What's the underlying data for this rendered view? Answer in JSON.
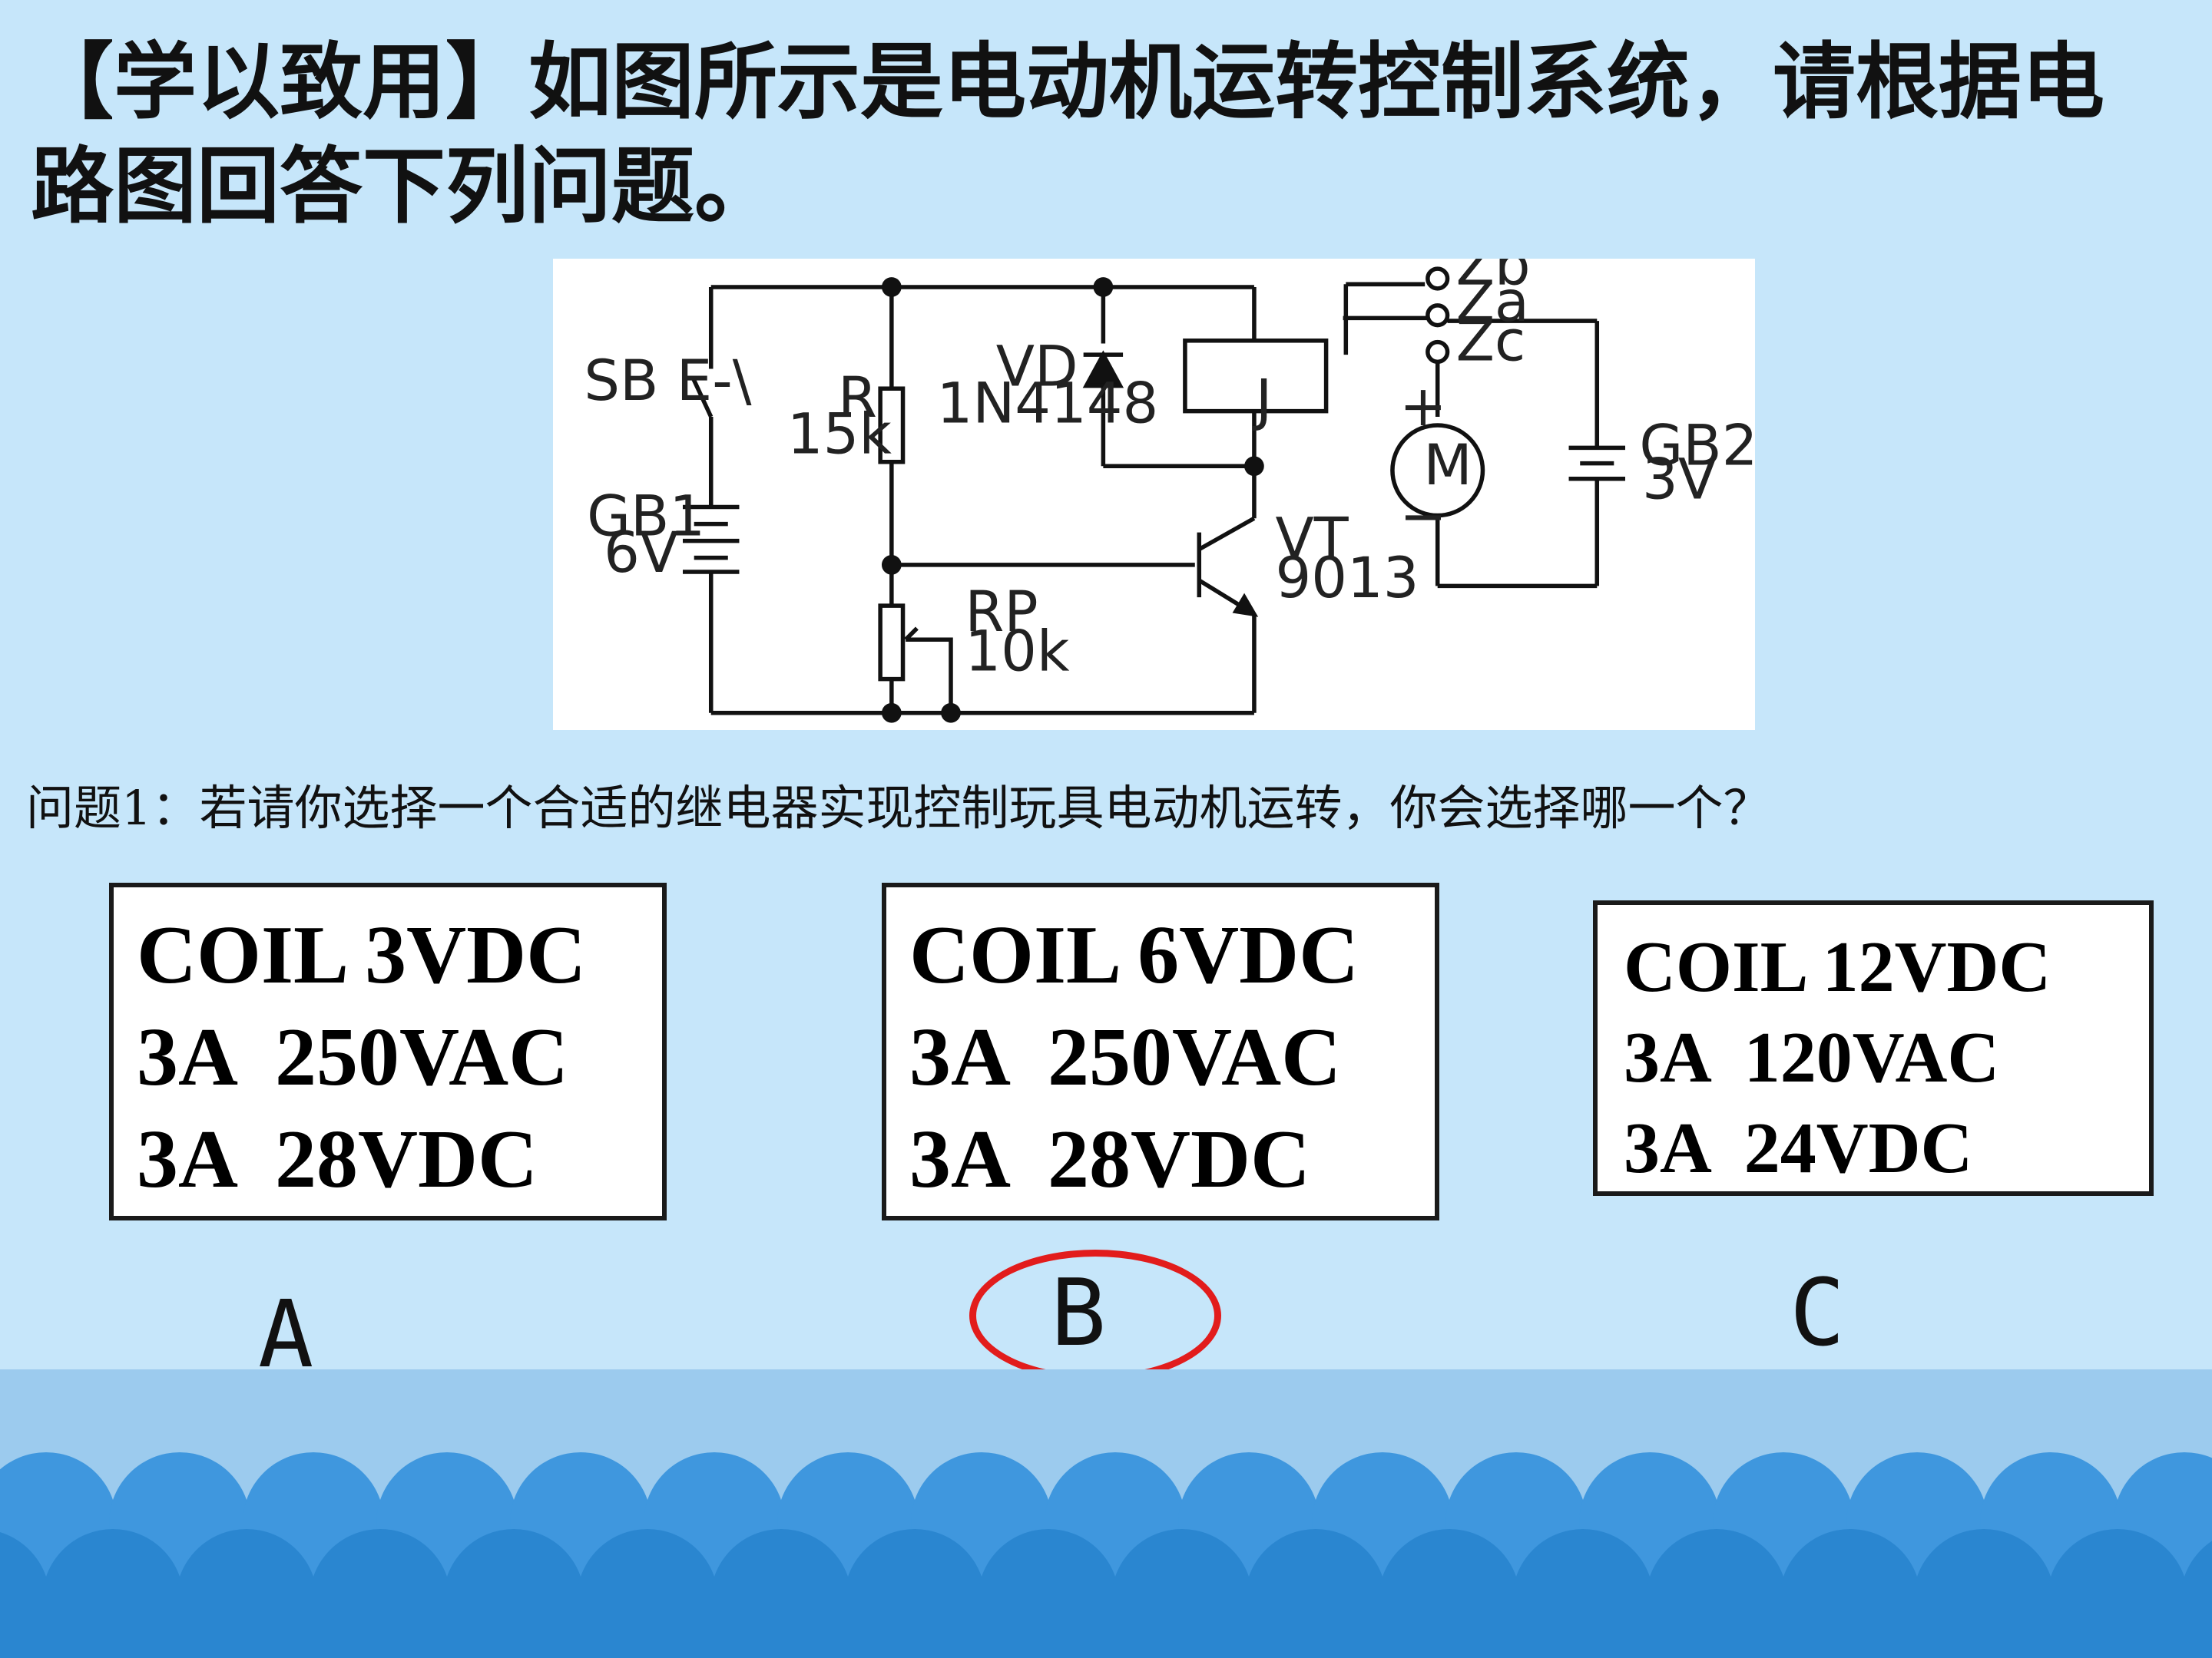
{
  "slide": {
    "title": "【学以致用】如图所示是电动机运转控制系统，请根据电路图回答下列问题。",
    "question": "问题1：若请你选择一个合适的继电器实现控制玩具电动机运转，你会选择哪一个？"
  },
  "circuit": {
    "labels": {
      "sb": "SB E-\\",
      "r": "R",
      "r_value": "15k",
      "vd": "VD",
      "vd_model": "1N4148",
      "gb1": "GB1",
      "gb1_value": "6V",
      "rp": "RP",
      "rp_value": "10k",
      "vt": "VT",
      "vt_model": "9013",
      "relay_coil": "J",
      "motor": "M",
      "plus": "+",
      "minus": "−",
      "zb": "Zb",
      "za": "Za",
      "zc": "Zc",
      "gb2": "GB2",
      "gb2_value": "3V"
    }
  },
  "options": [
    {
      "letter": "A",
      "coil": "COIL 3VDC",
      "ac": "3A  250VAC",
      "dc": "3A  28VDC"
    },
    {
      "letter": "B",
      "coil": "COIL 6VDC",
      "ac": "3A  250VAC",
      "dc": "3A  28VDC"
    },
    {
      "letter": "C",
      "coil": "COIL 12VDC",
      "ac": "3A  120VAC",
      "dc": "3A  24VDC"
    }
  ],
  "answer": {
    "selected": "B",
    "marker_color": "#e21c1c"
  },
  "theme": {
    "background": "#c6e6fa",
    "band": "#9ccbee",
    "wave_dark": "#2a86d0",
    "wave_light": "#3f97de"
  }
}
